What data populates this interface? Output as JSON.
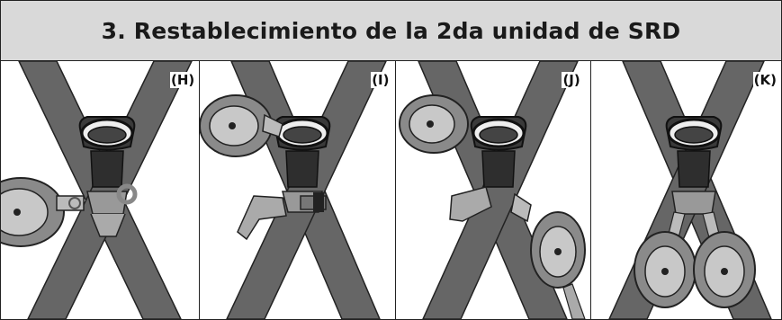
{
  "header": {
    "title": "3. Restablecimiento de la 2da unidad de SRD"
  },
  "panels": [
    {
      "label": "(H)"
    },
    {
      "label": "(I)"
    },
    {
      "label": "(J)"
    },
    {
      "label": "(K)"
    }
  ],
  "colors": {
    "strap": "#666666",
    "frame_border": "#222222",
    "header_bg": "#d9d9d9",
    "device_gray": "#8a8a8a",
    "device_light": "#c8c8c8"
  }
}
